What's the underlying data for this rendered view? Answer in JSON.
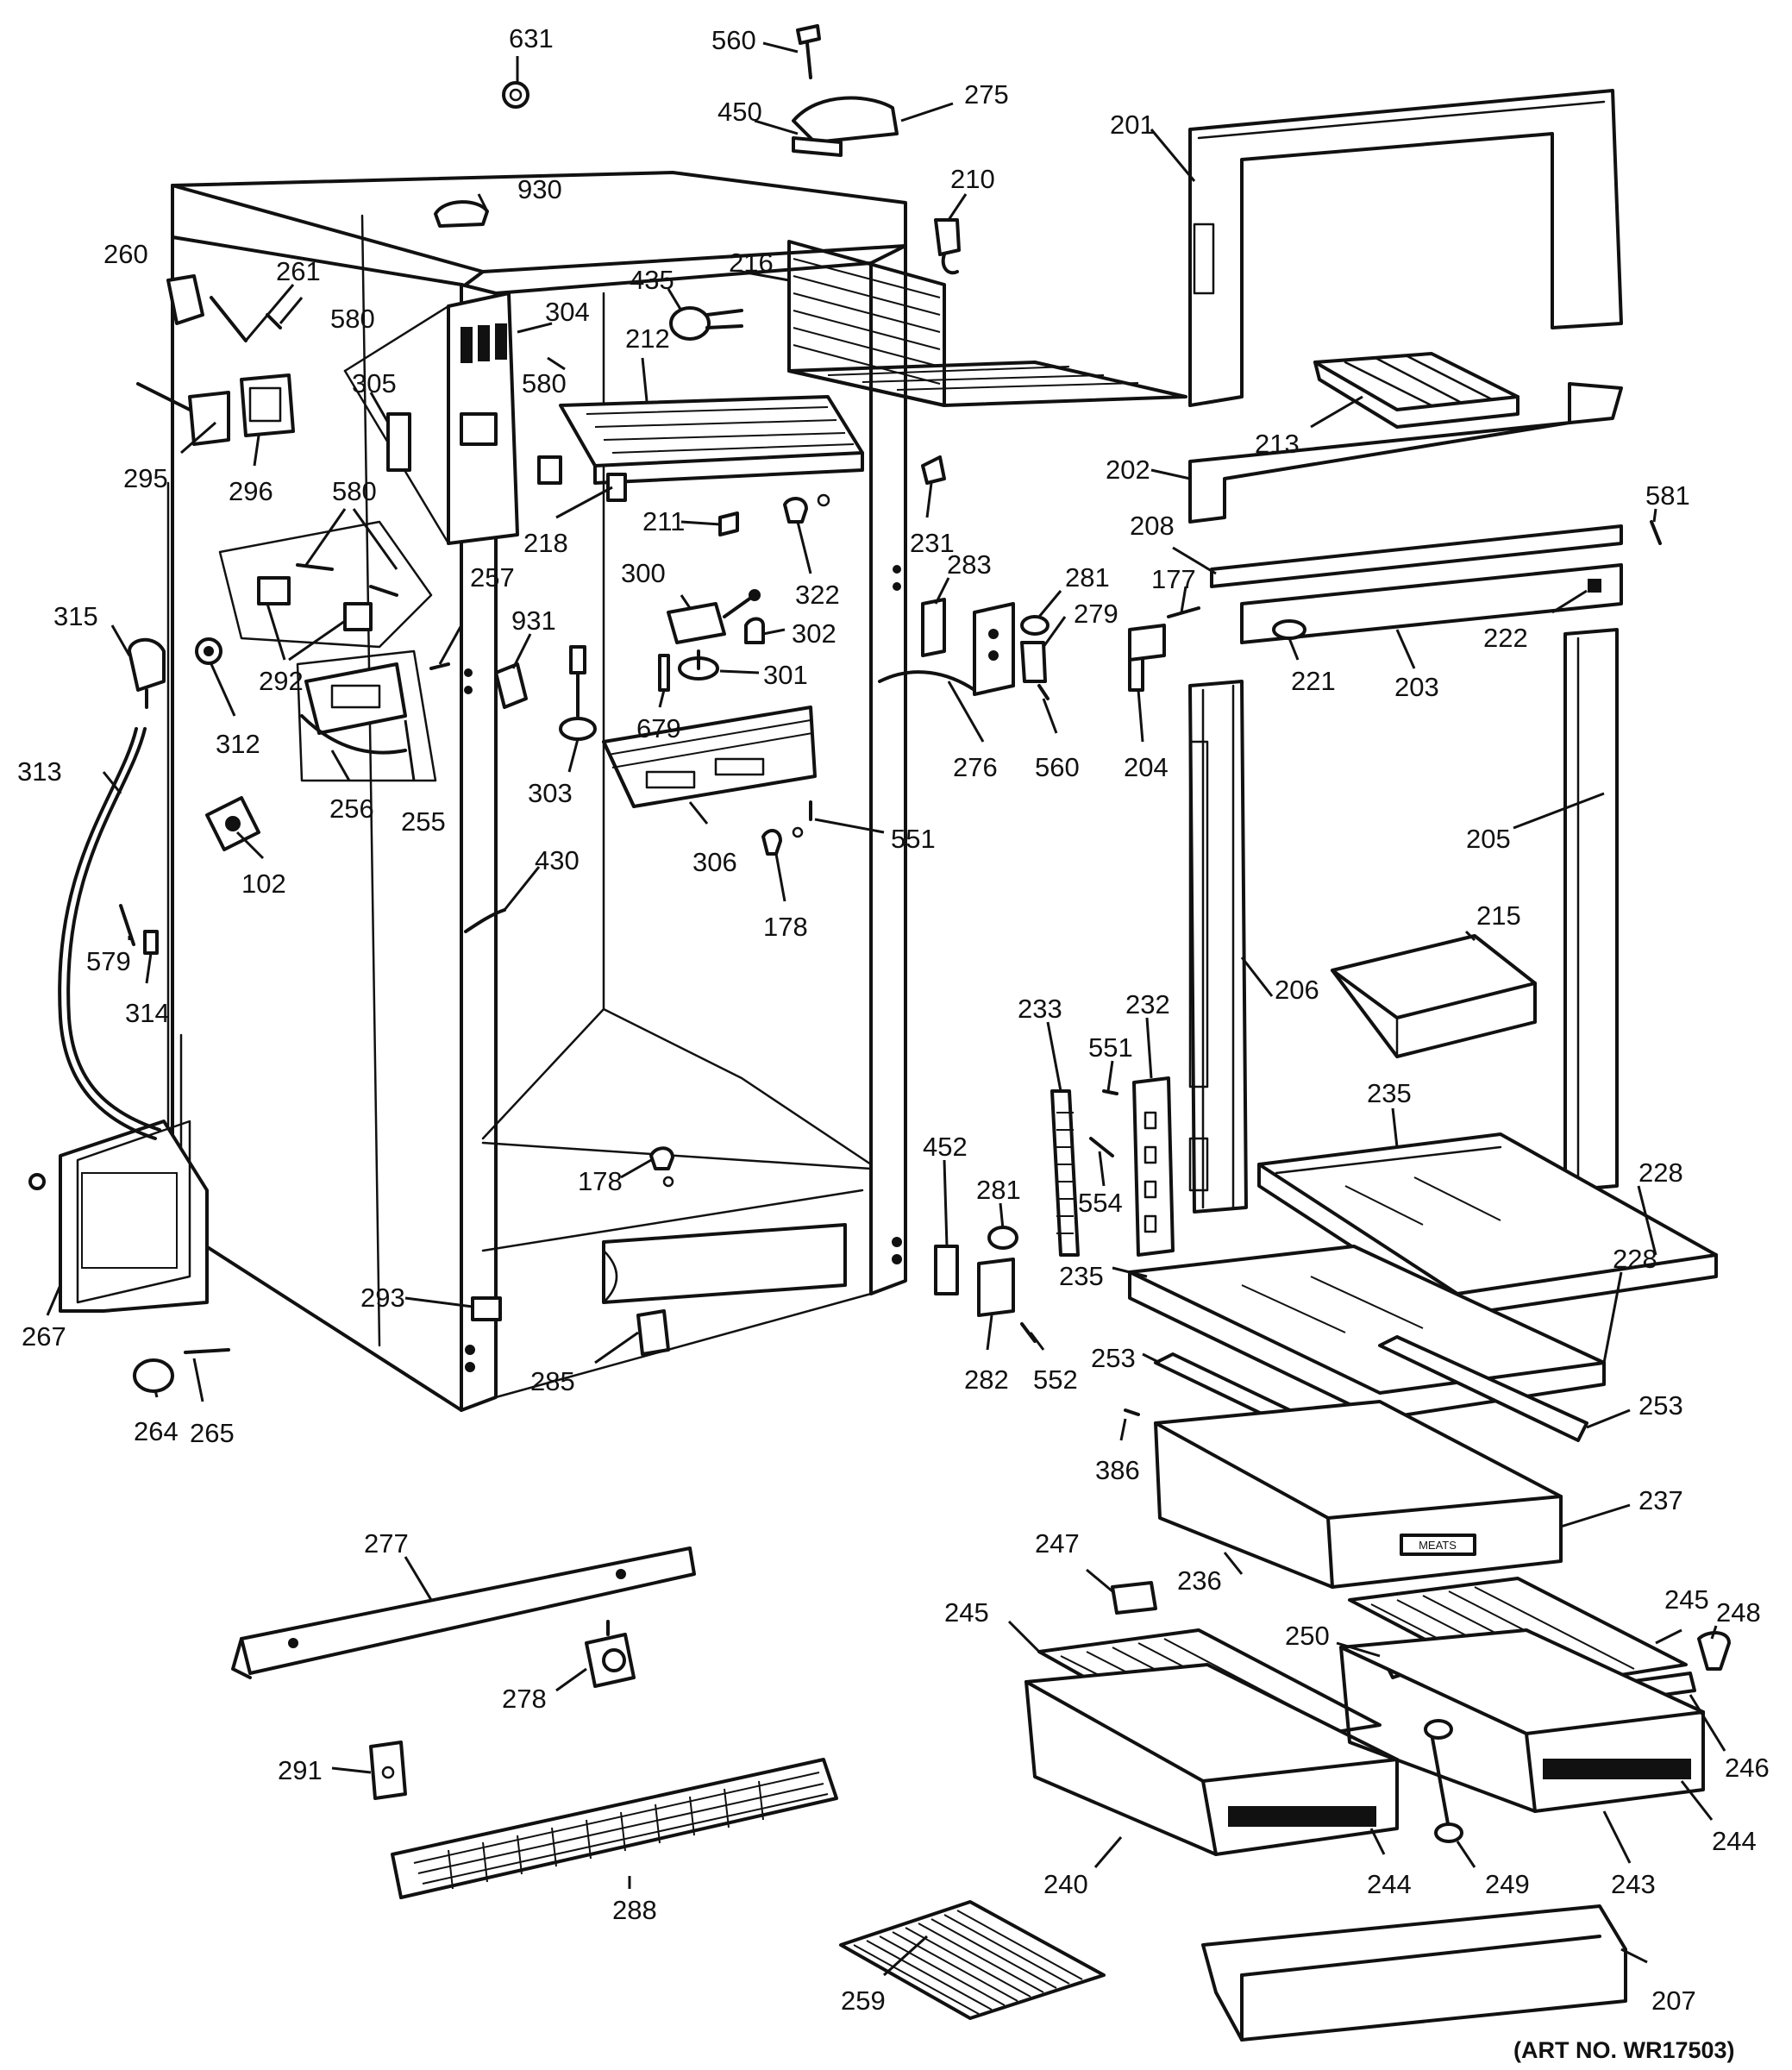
{
  "art_number": "(ART NO. WR17503)",
  "drawer_tag": "MEATS",
  "callouts": [
    {
      "id": "631",
      "label": "631"
    },
    {
      "id": "560a",
      "label": "560"
    },
    {
      "id": "450",
      "label": "450"
    },
    {
      "id": "275",
      "label": "275"
    },
    {
      "id": "201",
      "label": "201"
    },
    {
      "id": "930",
      "label": "930"
    },
    {
      "id": "210",
      "label": "210"
    },
    {
      "id": "260",
      "label": "260"
    },
    {
      "id": "261",
      "label": "261"
    },
    {
      "id": "580a",
      "label": "580"
    },
    {
      "id": "435",
      "label": "435"
    },
    {
      "id": "216",
      "label": "216"
    },
    {
      "id": "304",
      "label": "304"
    },
    {
      "id": "212",
      "label": "212"
    },
    {
      "id": "305",
      "label": "305"
    },
    {
      "id": "580b",
      "label": "580"
    },
    {
      "id": "295",
      "label": "295"
    },
    {
      "id": "296",
      "label": "296"
    },
    {
      "id": "213",
      "label": "213"
    },
    {
      "id": "202",
      "label": "202"
    },
    {
      "id": "581",
      "label": "581"
    },
    {
      "id": "580c",
      "label": "580"
    },
    {
      "id": "218",
      "label": "218"
    },
    {
      "id": "211",
      "label": "211"
    },
    {
      "id": "231",
      "label": "231"
    },
    {
      "id": "208",
      "label": "208"
    },
    {
      "id": "322",
      "label": "322"
    },
    {
      "id": "283",
      "label": "283"
    },
    {
      "id": "257",
      "label": "257"
    },
    {
      "id": "300",
      "label": "300"
    },
    {
      "id": "281a",
      "label": "281"
    },
    {
      "id": "177",
      "label": "177"
    },
    {
      "id": "315",
      "label": "315"
    },
    {
      "id": "279",
      "label": "279"
    },
    {
      "id": "222",
      "label": "222"
    },
    {
      "id": "931",
      "label": "931"
    },
    {
      "id": "302",
      "label": "302"
    },
    {
      "id": "292",
      "label": "292"
    },
    {
      "id": "301",
      "label": "301"
    },
    {
      "id": "221",
      "label": "221"
    },
    {
      "id": "203",
      "label": "203"
    },
    {
      "id": "312",
      "label": "312"
    },
    {
      "id": "679",
      "label": "679"
    },
    {
      "id": "560b",
      "label": "560"
    },
    {
      "id": "204",
      "label": "204"
    },
    {
      "id": "276",
      "label": "276"
    },
    {
      "id": "313",
      "label": "313"
    },
    {
      "id": "256",
      "label": "256"
    },
    {
      "id": "255",
      "label": "255"
    },
    {
      "id": "303",
      "label": "303"
    },
    {
      "id": "551a",
      "label": "551"
    },
    {
      "id": "306",
      "label": "306"
    },
    {
      "id": "205",
      "label": "205"
    },
    {
      "id": "102",
      "label": "102"
    },
    {
      "id": "430",
      "label": "430"
    },
    {
      "id": "178a",
      "label": "178"
    },
    {
      "id": "215",
      "label": "215"
    },
    {
      "id": "579",
      "label": "579"
    },
    {
      "id": "206",
      "label": "206"
    },
    {
      "id": "314",
      "label": "314"
    },
    {
      "id": "233",
      "label": "233"
    },
    {
      "id": "232",
      "label": "232"
    },
    {
      "id": "551b",
      "label": "551"
    },
    {
      "id": "235a",
      "label": "235"
    },
    {
      "id": "554",
      "label": "554"
    },
    {
      "id": "452",
      "label": "452"
    },
    {
      "id": "178b",
      "label": "178"
    },
    {
      "id": "281b",
      "label": "281"
    },
    {
      "id": "228a",
      "label": "228"
    },
    {
      "id": "235b",
      "label": "235"
    },
    {
      "id": "293",
      "label": "293"
    },
    {
      "id": "267",
      "label": "267"
    },
    {
      "id": "285",
      "label": "285"
    },
    {
      "id": "282",
      "label": "282"
    },
    {
      "id": "552",
      "label": "552"
    },
    {
      "id": "228b",
      "label": "228"
    },
    {
      "id": "253a",
      "label": "253"
    },
    {
      "id": "253b",
      "label": "253"
    },
    {
      "id": "264",
      "label": "264"
    },
    {
      "id": "265",
      "label": "265"
    },
    {
      "id": "386",
      "label": "386"
    },
    {
      "id": "237",
      "label": "237"
    },
    {
      "id": "277",
      "label": "277"
    },
    {
      "id": "236",
      "label": "236"
    },
    {
      "id": "247",
      "label": "247"
    },
    {
      "id": "245a",
      "label": "245"
    },
    {
      "id": "245b",
      "label": "245"
    },
    {
      "id": "250",
      "label": "250"
    },
    {
      "id": "248",
      "label": "248"
    },
    {
      "id": "278",
      "label": "278"
    },
    {
      "id": "291",
      "label": "291"
    },
    {
      "id": "246",
      "label": "246"
    },
    {
      "id": "244a",
      "label": "244"
    },
    {
      "id": "244b",
      "label": "244"
    },
    {
      "id": "240",
      "label": "240"
    },
    {
      "id": "249",
      "label": "249"
    },
    {
      "id": "243",
      "label": "243"
    },
    {
      "id": "288",
      "label": "288"
    },
    {
      "id": "259",
      "label": "259"
    },
    {
      "id": "207",
      "label": "207"
    }
  ]
}
